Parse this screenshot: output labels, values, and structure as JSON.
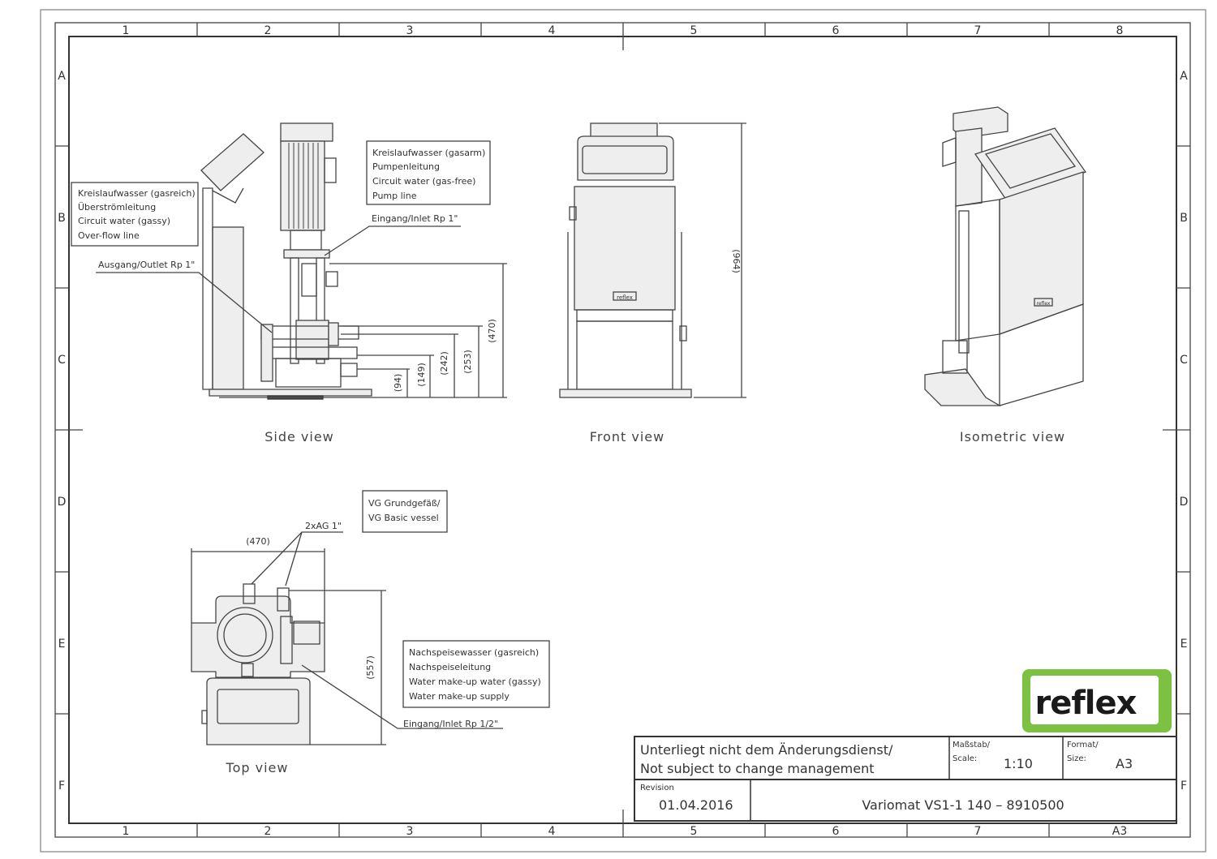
{
  "grid": {
    "columns": [
      "1",
      "2",
      "3",
      "4",
      "5",
      "6",
      "7",
      "8"
    ],
    "bottom_columns": [
      "1",
      "2",
      "3",
      "4",
      "5",
      "6",
      "7",
      "A3"
    ],
    "rows": [
      "A",
      "B",
      "C",
      "D",
      "E",
      "F"
    ]
  },
  "side_view": {
    "title": "Side view",
    "label_gassy": [
      "Kreislaufwasser (gasreich)",
      "Überströmleitung",
      "Circuit water (gassy)",
      "Over-flow line"
    ],
    "label_gasfree": [
      "Kreislaufwasser (gasarm)",
      "Pumpenleitung",
      "Circuit water (gas-free)",
      "Pump line"
    ],
    "inlet": "Eingang/Inlet Rp 1\"",
    "outlet": "Ausgang/Outlet Rp 1\"",
    "dims": [
      "(94)",
      "(149)",
      "(242)",
      "(253)",
      "(470)"
    ]
  },
  "front_view": {
    "title": "Front view",
    "height_dim": "(964)",
    "badge": "reflex"
  },
  "isometric_view": {
    "title": "Isometric view",
    "badge": "reflex"
  },
  "top_view": {
    "title": "Top view",
    "width_dim": "(470)",
    "depth_dim": "(557)",
    "connections": "2xAG 1\"",
    "vessel": [
      "VG Grundgefäß/",
      "VG Basic vessel"
    ],
    "makeup": [
      "Nachspeisewasser (gasreich)",
      "Nachspeiseleitung",
      "Water make-up water (gassy)",
      "Water make-up supply"
    ],
    "inlet": "Eingang/Inlet Rp 1/2\""
  },
  "logo": {
    "text": "reflex",
    "color": "#7cc142"
  },
  "title_block": {
    "note_de": "Unterliegt nicht dem Änderungsdienst/",
    "note_en": "Not subject to change management",
    "scale_label_de": "Maßstab/",
    "scale_label_en": "Scale:",
    "scale": "1:10",
    "format_label_de": "Format/",
    "format_label_en": "Size:",
    "format": "A3",
    "revision_label": "Revision",
    "revision": "01.04.2016",
    "drawing_title": "Variomat VS1-1 140 – 8910500"
  }
}
